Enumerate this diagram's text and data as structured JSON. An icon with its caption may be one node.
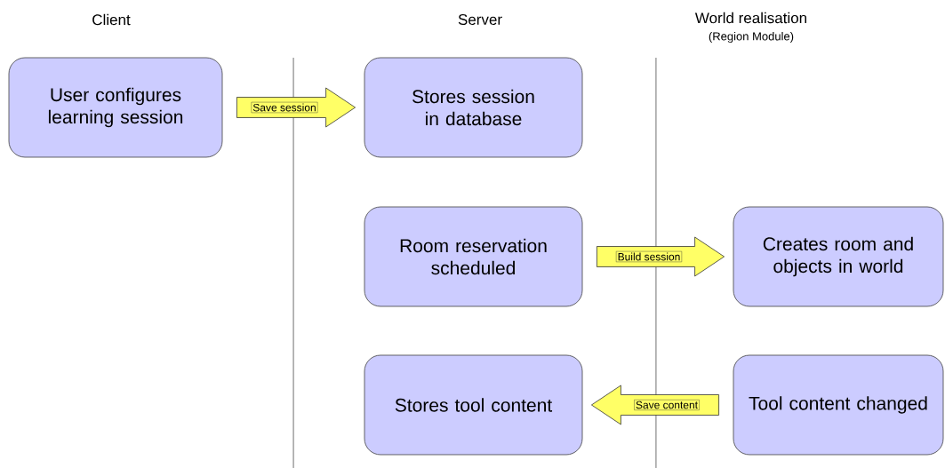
{
  "diagram": {
    "nodes": [
      {
        "text": [
          "User configures learning session"
        ]
      },
      {
        "text": [
          "Stores session in database"
        ]
      },
      {
        "text": [
          "Room reservation scheduled"
        ]
      },
      {
        "text": [
          "Creates room and objects in world"
        ]
      },
      {
        "text": [
          "Stores tool content"
        ]
      },
      {
        "text": [
          "Tool content changed"
        ]
      }
    ],
    "edges": [
      {
        "from": 0,
        "to": 1,
        "arrow": "to",
        "label": "Save session"
      },
      {
        "from": 2,
        "to": 3,
        "arrow": "to",
        "label": "Build session"
      },
      {
        "from": 5,
        "to": 4,
        "arrow": "to",
        "label": "Save content"
      }
    ],
    "labels": [
      "Client",
      "Server",
      "World realisation",
      "(Region Module)"
    ]
  }
}
